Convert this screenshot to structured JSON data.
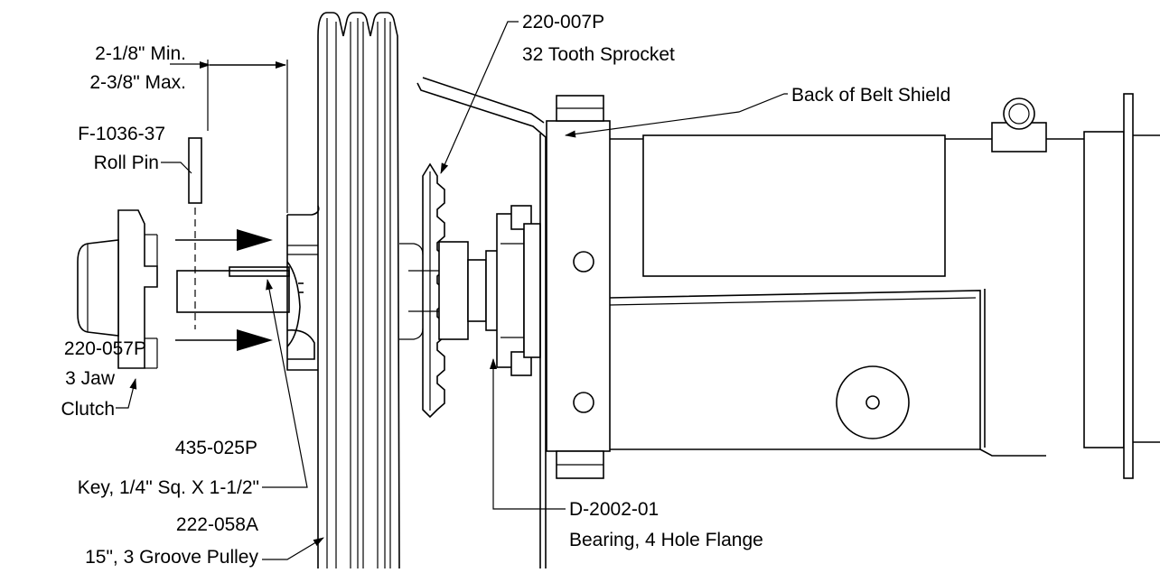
{
  "labels": {
    "sprocket_part": "220-007P",
    "sprocket_desc": "32 Tooth Sprocket",
    "dim_min": "2-1/8\" Min.",
    "dim_max": "2-3/8\" Max.",
    "belt_shield": "Back of Belt Shield",
    "roll_pin_part": "F-1036-37",
    "roll_pin_desc": "Roll Pin",
    "clutch_part": "220-057P",
    "clutch_desc1": "3 Jaw",
    "clutch_desc2": "Clutch",
    "key_part": "435-025P",
    "key_desc": "Key, 1/4\" Sq. X 1-1/2\"",
    "pulley_part": "222-058A",
    "pulley_desc": "15\", 3 Groove Pulley",
    "bearing_part": "D-2002-01",
    "bearing_desc": "Bearing, 4 Hole Flange"
  }
}
